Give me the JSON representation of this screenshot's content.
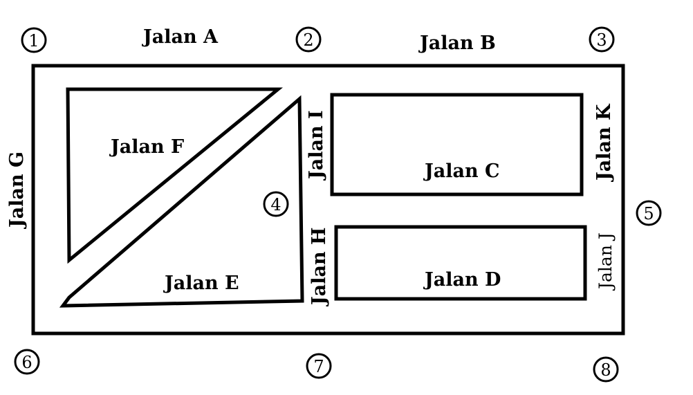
{
  "streets": {
    "a": "Jalan A",
    "b": "Jalan B",
    "c": "Jalan C",
    "d": "Jalan D",
    "e": "Jalan E",
    "f": "Jalan F",
    "g": "Jalan G",
    "h": "Jalan H",
    "i": "Jalan I",
    "j": "Jalan J",
    "k": "Jalan K"
  },
  "nodes": {
    "n1": "1",
    "n2": "2",
    "n3": "3",
    "n4": "4",
    "n5": "5",
    "n6": "6",
    "n7": "7",
    "n8": "8"
  },
  "colors": {
    "line": "#000000",
    "background": "#ffffff"
  }
}
